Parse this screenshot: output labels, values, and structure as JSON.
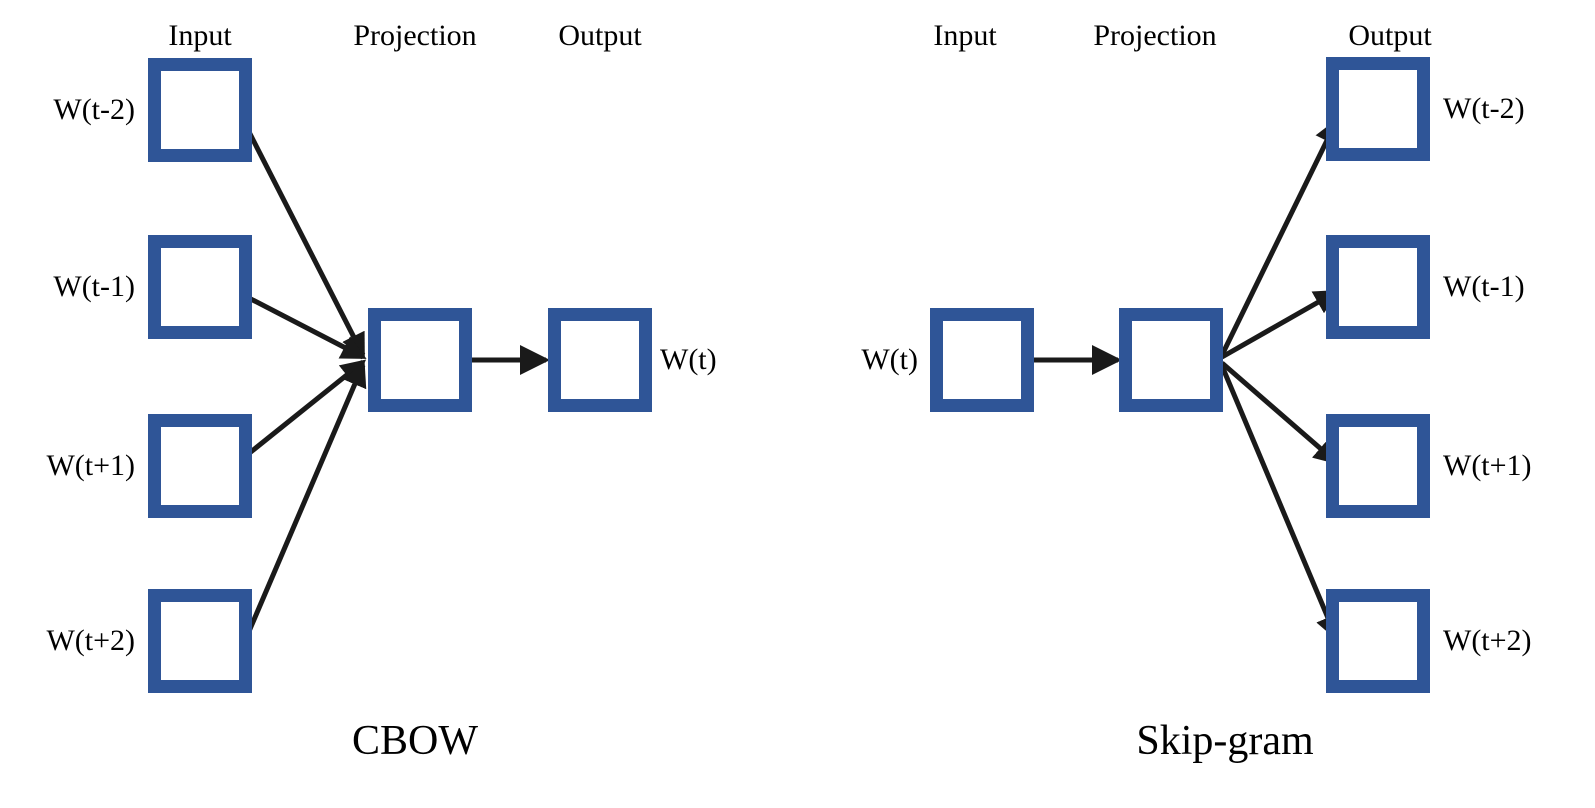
{
  "figure": {
    "background_color": "#ffffff",
    "box_border_color": "#2f5597",
    "box_fill_color": "#ffffff",
    "arrow_color": "#1a1a1a"
  },
  "cbow": {
    "caption": "CBOW",
    "headers": {
      "input": "Input",
      "projection": "Projection",
      "output": "Output"
    },
    "input_labels": [
      "W(t-2)",
      "W(t-1)",
      "W(t+1)",
      "W(t+2)"
    ],
    "output_label": "W(t)"
  },
  "skipgram": {
    "caption": "Skip-gram",
    "headers": {
      "input": "Input",
      "projection": "Projection",
      "output": "Output"
    },
    "input_label": "W(t)",
    "output_labels": [
      "W(t-2)",
      "W(t-1)",
      "W(t+1)",
      "W(t+2)"
    ]
  }
}
